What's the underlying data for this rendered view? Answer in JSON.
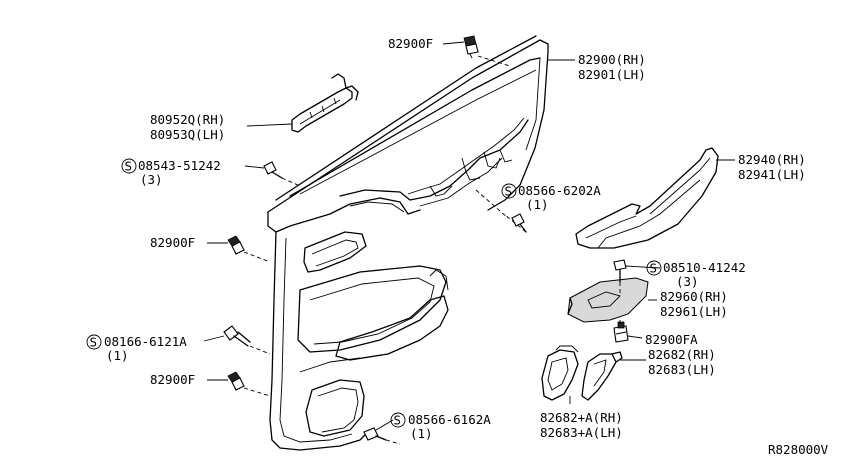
{
  "labels": {
    "clip_top": "82900F",
    "trim_rh": "82900(RH)",
    "trim_lh": "82901(LH)",
    "bracket_rh": "80952Q(RH)",
    "bracket_lh": "80953Q(LH)",
    "screw_a": "08543-51242",
    "screw_a_qty": "(3)",
    "screw_b": "08566-6202A",
    "screw_b_qty": "(1)",
    "armrest_rh": "82940(RH)",
    "armrest_lh": "82941(LH)",
    "clip_left_upper": "82900F",
    "screw_c": "08510-41242",
    "screw_c_qty": "(3)",
    "finisher_rh": "82960(RH)",
    "finisher_lh": "82961(LH)",
    "clip_fa": "82900FA",
    "screw_d": "08166-6121A",
    "screw_d_qty": "(1)",
    "handle_rh": "82682(RH)",
    "handle_lh": "82683(LH)",
    "clip_left_lower": "82900F",
    "screw_e": "08566-6162A",
    "screw_e_qty": "(1)",
    "escutcheon_rh": "82682+A(RH)",
    "escutcheon_lh": "82683+A(LH)",
    "diagram_code": "R828000V"
  },
  "symbols": {
    "screw_mark": "S"
  }
}
